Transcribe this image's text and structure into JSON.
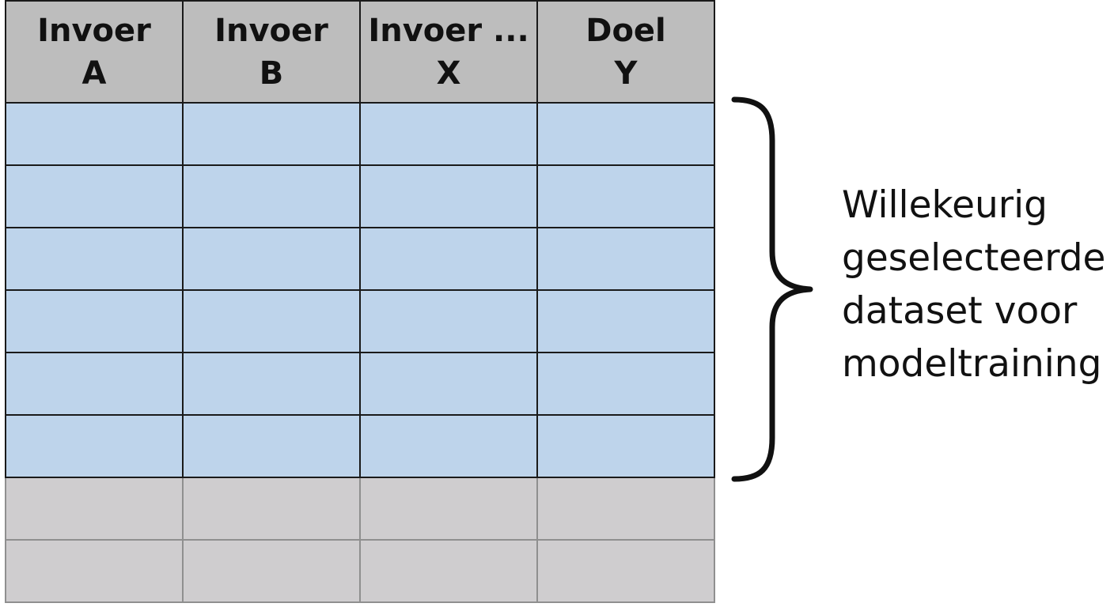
{
  "table": {
    "columns": [
      {
        "line1": "Invoer",
        "line2": "A"
      },
      {
        "line1": "Invoer",
        "line2": "B"
      },
      {
        "line1": "Invoer ...",
        "line2": "X"
      },
      {
        "line1": "Doel",
        "line2": "Y"
      }
    ],
    "selected_row_count": 6,
    "remaining_row_count": 2,
    "colors": {
      "header_fill": "#bdbdbd",
      "selected_fill": "#bed4eb",
      "remaining_fill": "#cfcdcf",
      "strong_border": "#1a1a1a",
      "light_border": "#8f8f8f"
    }
  },
  "annotation": {
    "lines": [
      "Willekeurig",
      "geselecteerde",
      "dataset voor",
      "modeltraining"
    ],
    "brace_color": "#111111"
  }
}
